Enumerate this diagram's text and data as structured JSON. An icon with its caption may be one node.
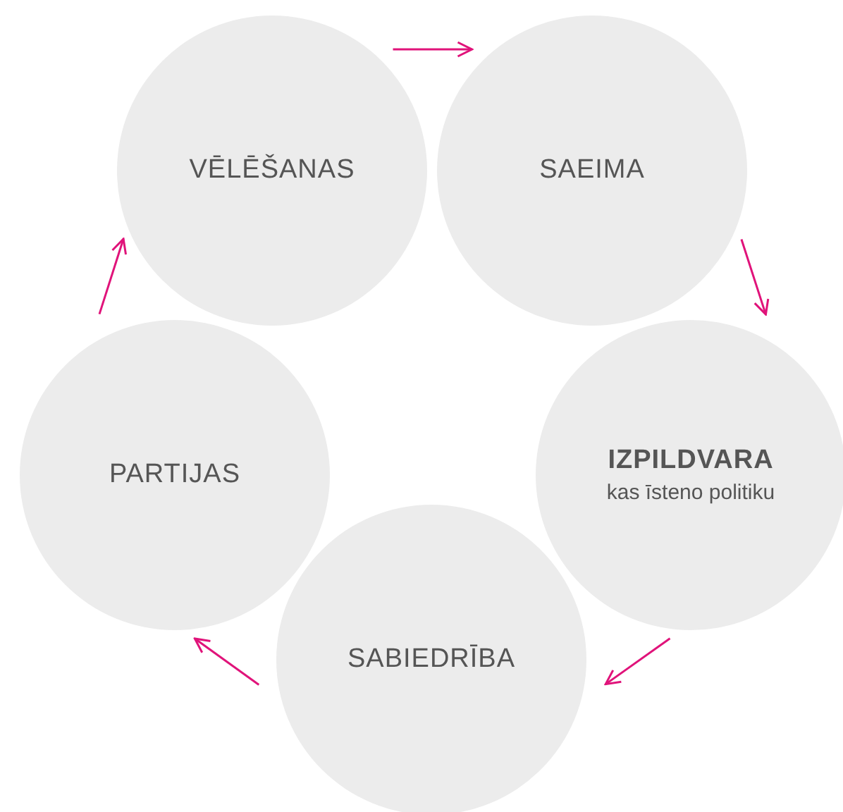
{
  "diagram": {
    "nodes": [
      {
        "text": [
          "VĒLĒŠANAS"
        ]
      },
      {
        "text": [
          "SAEIMA"
        ]
      },
      {
        "text": [
          "IZPILDVARA",
          "kas īsteno politiku"
        ]
      },
      {
        "text": [
          "SABIEDRĪBA"
        ]
      },
      {
        "text": [
          "PARTIJAS"
        ]
      }
    ],
    "edges": [
      {
        "from": 0,
        "to": 1,
        "arrow": "to"
      },
      {
        "from": 1,
        "to": 2,
        "arrow": "to"
      },
      {
        "from": 2,
        "to": 3,
        "arrow": "to"
      },
      {
        "from": 3,
        "to": 4,
        "arrow": "to"
      },
      {
        "from": 4,
        "to": 0,
        "arrow": "to"
      }
    ]
  }
}
